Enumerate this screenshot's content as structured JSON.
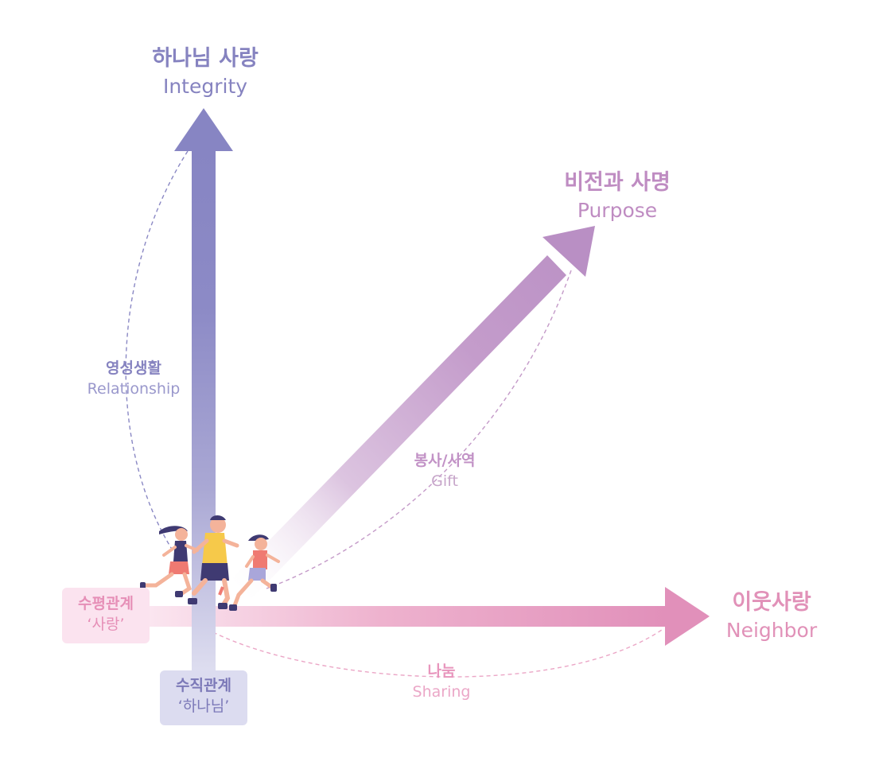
{
  "axes": {
    "vertical": {
      "ko": "하나님 사랑",
      "en": "Integrity",
      "color": "#8683c0"
    },
    "diagonal": {
      "ko": "비전과 사명",
      "en": "Purpose",
      "color": "#bf8cc2"
    },
    "horizontal": {
      "ko": "이웃사랑",
      "en": "Neighbor",
      "color": "#e191b8"
    }
  },
  "arcs": {
    "relationship": {
      "ko": "영성생활",
      "en": "Relationship"
    },
    "gift": {
      "ko": "봉사/사역",
      "en": "Gift"
    },
    "sharing": {
      "ko": "나눔",
      "en": "Sharing"
    }
  },
  "boxes": {
    "horizontal_relation": {
      "ko": "수평관계",
      "en": "‘사랑’",
      "color": "#fbe3ef"
    },
    "vertical_relation": {
      "ko": "수직관계",
      "en": "‘하나님’",
      "color": "#dcdcf0"
    }
  },
  "illustration": {
    "icon": "runners-illustration",
    "runner_count": 3
  }
}
